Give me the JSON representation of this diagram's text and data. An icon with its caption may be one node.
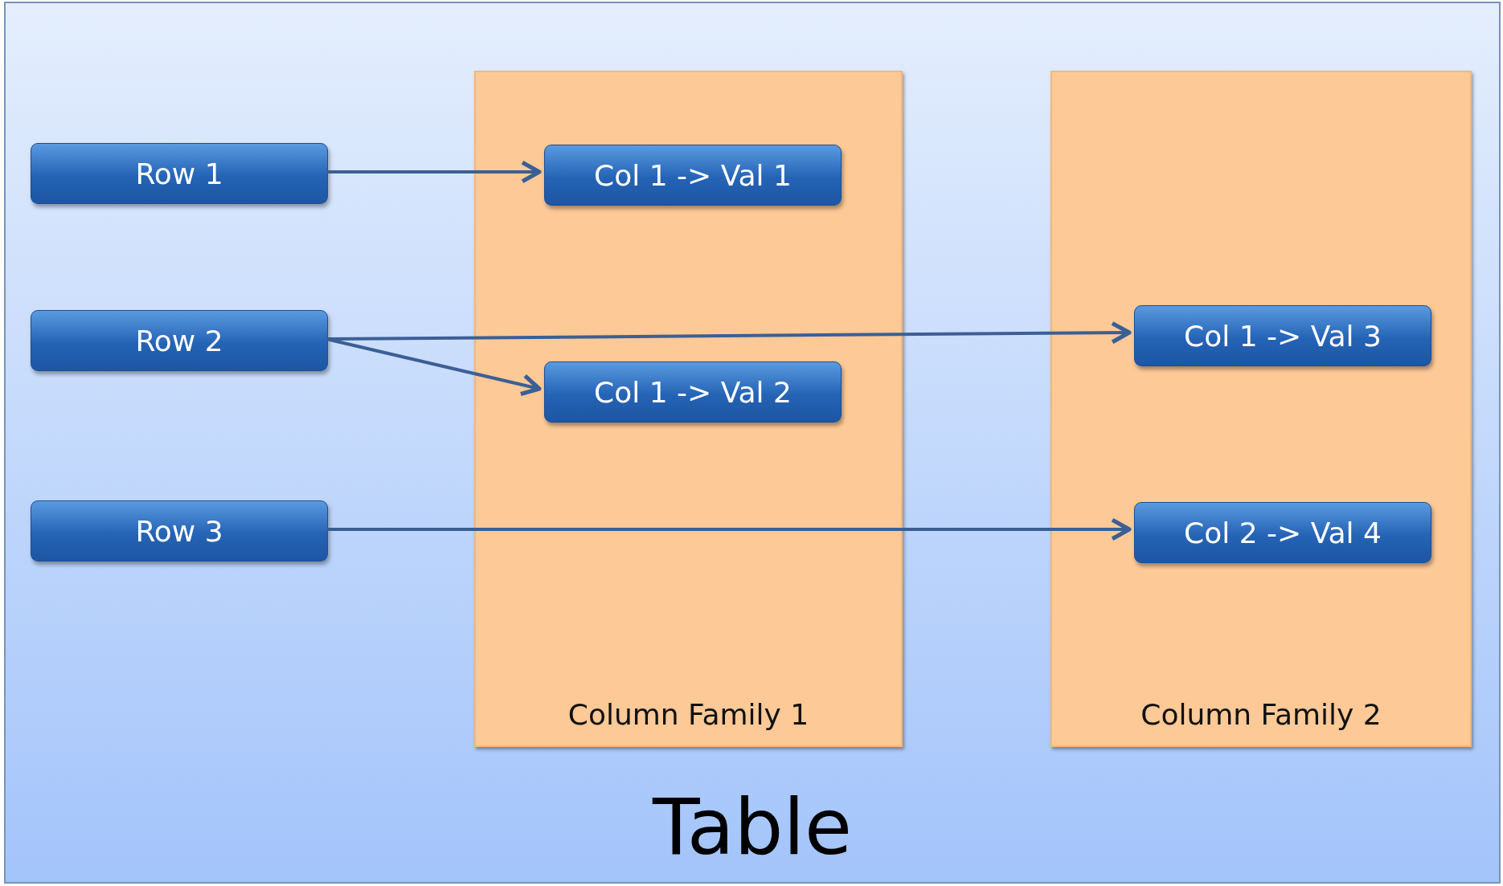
{
  "diagram": {
    "nodes": [
      {
        "text": [
          "Table"
        ]
      },
      {
        "text": [
          "Row 1"
        ],
        "in": 0
      },
      {
        "text": [
          "Row 2"
        ],
        "in": 0
      },
      {
        "text": [
          "Row 3"
        ],
        "in": 0
      },
      {
        "text": [
          "Column Family 1"
        ],
        "in": 0
      },
      {
        "text": [
          "Col 1 -> Val 1"
        ],
        "in": 4
      },
      {
        "text": [
          "Col 1 -> Val 2"
        ],
        "in": 4
      },
      {
        "text": [
          "Column Family 2"
        ],
        "in": 0
      },
      {
        "text": [
          "Col 1 -> Val 3"
        ],
        "in": 7
      },
      {
        "text": [
          "Col 2 -> Val 4"
        ],
        "in": 7
      }
    ],
    "edges": [
      {
        "from": 1,
        "to": 5,
        "arrow": "to"
      },
      {
        "from": 2,
        "to": 8,
        "arrow": "to"
      },
      {
        "from": 2,
        "to": 6,
        "arrow": "to"
      },
      {
        "from": 3,
        "to": 9,
        "arrow": "to"
      }
    ]
  }
}
